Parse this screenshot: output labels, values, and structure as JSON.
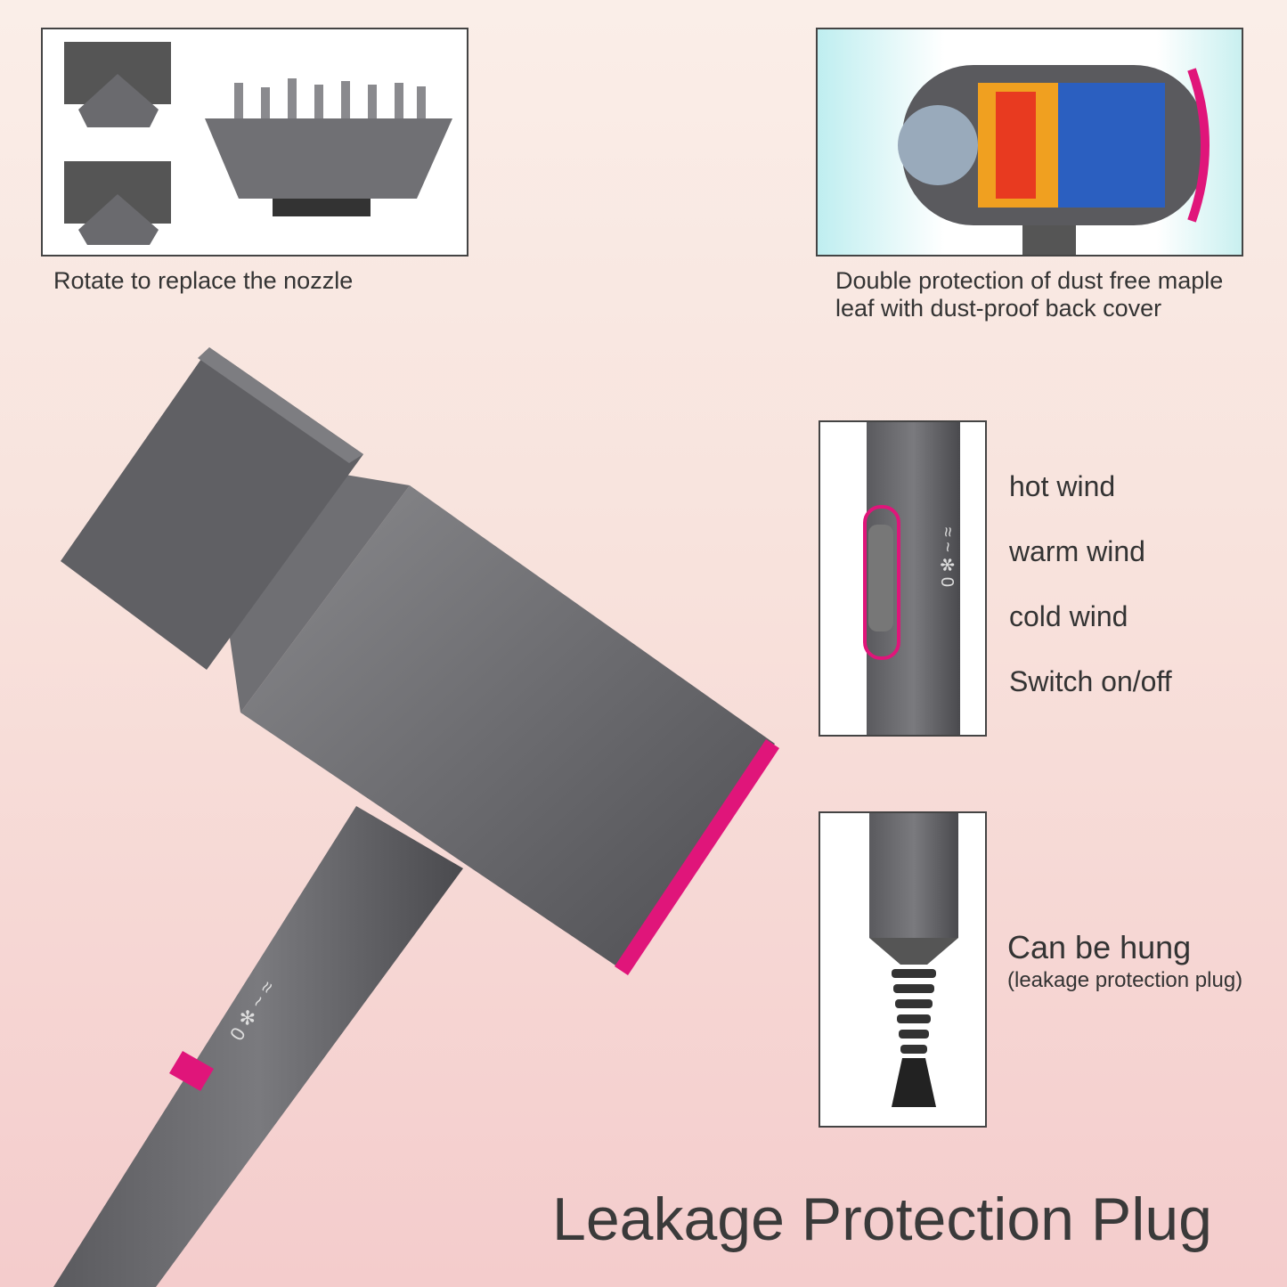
{
  "captions": {
    "nozzle": "Rotate to replace the nozzle",
    "dust": "Double protection of dust free maple leaf with dust-proof back cover"
  },
  "switch_labels": [
    "hot wind",
    "warm wind",
    "cold wind",
    "Switch on/off"
  ],
  "hang": {
    "title": "Can be hung",
    "subtitle": "(leakage protection plug)"
  },
  "headline": "Leakage Protection Plug",
  "colors": {
    "accent": "#e0157a",
    "body": "#6b6b6e"
  }
}
